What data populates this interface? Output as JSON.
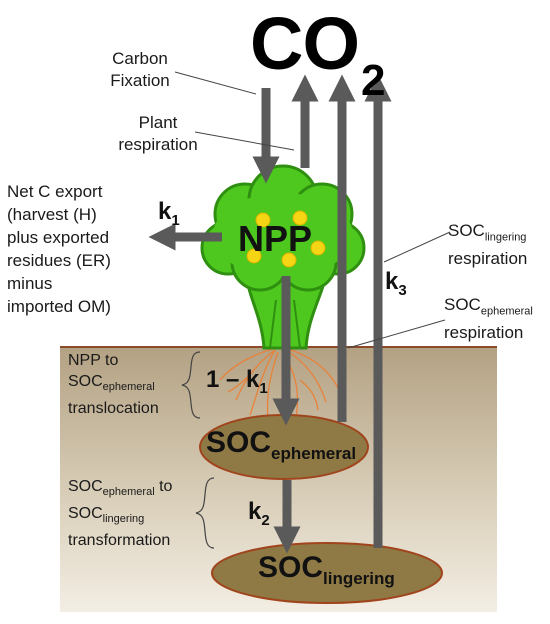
{
  "co2": {
    "base": "CO",
    "sub": "2"
  },
  "labels": {
    "carbon_fixation": "Carbon\nFixation",
    "plant_respiration": "Plant\nrespiration",
    "net_export": "Net C export\n(harvest (H)\nplus exported\nresidues (ER)\nminus\nimported OM)",
    "soc_lingering_resp": {
      "base": "SOC",
      "sub": "lingering",
      "tail": "respiration"
    },
    "soc_ephemeral_resp": {
      "base": "SOC",
      "sub": "ephemeral",
      "tail": "respiration"
    },
    "npp_to_soc": {
      "line1": "NPP to",
      "base": "SOC",
      "sub": "ephemeral",
      "line3": "translocation"
    },
    "soc_to_soc": {
      "base1": "SOC",
      "sub1": "ephemeral",
      "to": " to",
      "base2": "SOC",
      "sub2": "lingering",
      "line3": "transformation"
    }
  },
  "nodes": {
    "npp": "NPP",
    "soc_ephemeral": {
      "base": "SOC",
      "sub": "ephemeral"
    },
    "soc_lingering": {
      "base": "SOC",
      "sub": "lingering"
    }
  },
  "rates": {
    "k1": {
      "base": "k",
      "sub": "1"
    },
    "k1_complement": {
      "prefix": "1 – k",
      "sub": "1"
    },
    "k2": {
      "base": "k",
      "sub": "2"
    },
    "k3": {
      "base": "k",
      "sub": "3"
    }
  },
  "colors": {
    "arrow": "#5a5a5a",
    "tree_fill": "#4ec81e",
    "tree_outline": "#2f8f10",
    "fruit": "#f6d614",
    "soil_top": "#b3a183",
    "soil_bottom": "#f3eee4",
    "soil_line": "#8b4a2a",
    "ellipse_fill": "#8f7a46",
    "ellipse_stroke": "#a0441c",
    "roots": "#e8823a"
  }
}
